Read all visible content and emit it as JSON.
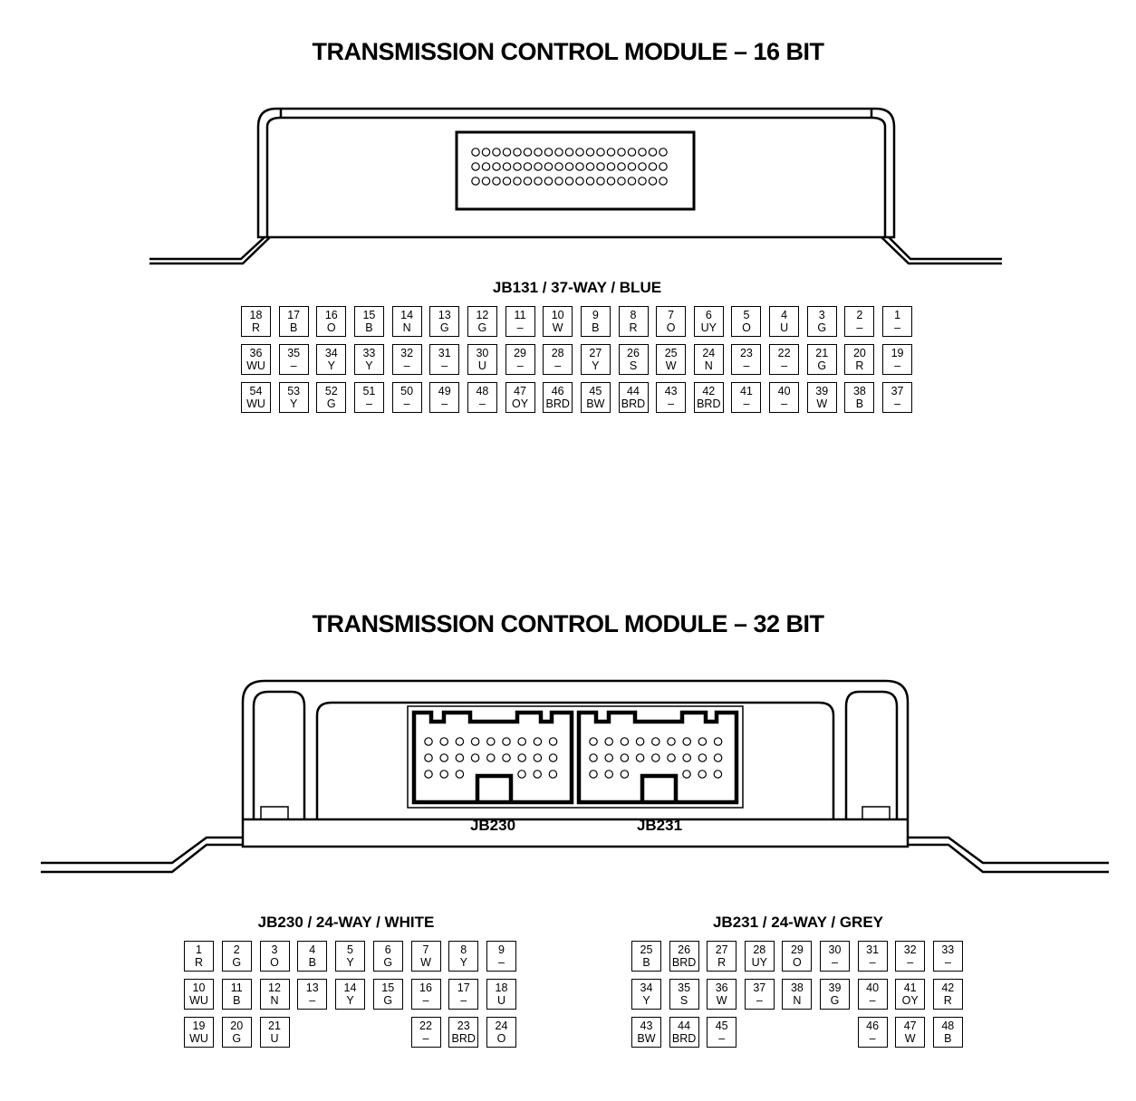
{
  "modules": [
    {
      "title": "TRANSMISSION CONTROL MODULE – 16 BIT",
      "connectors": [
        {
          "label": "JB131 / 37-WAY / BLUE",
          "rows": [
            [
              [
                "18",
                "R"
              ],
              [
                "17",
                "B"
              ],
              [
                "16",
                "O"
              ],
              [
                "15",
                "B"
              ],
              [
                "14",
                "N"
              ],
              [
                "13",
                "G"
              ],
              [
                "12",
                "G"
              ],
              [
                "11",
                "–"
              ],
              [
                "10",
                "W"
              ],
              [
                "9",
                "B"
              ],
              [
                "8",
                "R"
              ],
              [
                "7",
                "O"
              ],
              [
                "6",
                "UY"
              ],
              [
                "5",
                "O"
              ],
              [
                "4",
                "U"
              ],
              [
                "3",
                "G"
              ],
              [
                "2",
                "–"
              ],
              [
                "1",
                "–"
              ]
            ],
            [
              [
                "36",
                "WU"
              ],
              [
                "35",
                "–"
              ],
              [
                "34",
                "Y"
              ],
              [
                "33",
                "Y"
              ],
              [
                "32",
                "–"
              ],
              [
                "31",
                "–"
              ],
              [
                "30",
                "U"
              ],
              [
                "29",
                "–"
              ],
              [
                "28",
                "–"
              ],
              [
                "27",
                "Y"
              ],
              [
                "26",
                "S"
              ],
              [
                "25",
                "W"
              ],
              [
                "24",
                "N"
              ],
              [
                "23",
                "–"
              ],
              [
                "22",
                "–"
              ],
              [
                "21",
                "G"
              ],
              [
                "20",
                "R"
              ],
              [
                "19",
                "–"
              ]
            ],
            [
              [
                "54",
                "WU"
              ],
              [
                "53",
                "Y"
              ],
              [
                "52",
                "G"
              ],
              [
                "51",
                "–"
              ],
              [
                "50",
                "–"
              ],
              [
                "49",
                "–"
              ],
              [
                "48",
                "–"
              ],
              [
                "47",
                "OY"
              ],
              [
                "46",
                "BRD"
              ],
              [
                "45",
                "BW"
              ],
              [
                "44",
                "BRD"
              ],
              [
                "43",
                "–"
              ],
              [
                "42",
                "BRD"
              ],
              [
                "41",
                "–"
              ],
              [
                "40",
                "–"
              ],
              [
                "39",
                "W"
              ],
              [
                "38",
                "B"
              ],
              [
                "37",
                "–"
              ]
            ]
          ]
        }
      ]
    },
    {
      "title": "TRANSMISSION CONTROL MODULE – 32 BIT",
      "housing_labels": [
        "JB230",
        "JB231"
      ],
      "connectors": [
        {
          "label": "JB230 / 24-WAY / WHITE",
          "rows": [
            [
              [
                "1",
                "R"
              ],
              [
                "2",
                "G"
              ],
              [
                "3",
                "O"
              ],
              [
                "4",
                "B"
              ],
              [
                "5",
                "Y"
              ],
              [
                "6",
                "G"
              ],
              [
                "7",
                "W"
              ],
              [
                "8",
                "Y"
              ],
              [
                "9",
                "–"
              ]
            ],
            [
              [
                "10",
                "WU"
              ],
              [
                "11",
                "B"
              ],
              [
                "12",
                "N"
              ],
              [
                "13",
                "–"
              ],
              [
                "14",
                "Y"
              ],
              [
                "15",
                "G"
              ],
              [
                "16",
                "–"
              ],
              [
                "17",
                "–"
              ],
              [
                "18",
                "U"
              ]
            ],
            [
              [
                "19",
                "WU"
              ],
              [
                "20",
                "G"
              ],
              [
                "21",
                "U"
              ],
              null,
              null,
              null,
              [
                "22",
                "–"
              ],
              [
                "23",
                "BRD"
              ],
              [
                "24",
                "O"
              ]
            ]
          ]
        },
        {
          "label": "JB231 / 24-WAY / GREY",
          "rows": [
            [
              [
                "25",
                "B"
              ],
              [
                "26",
                "BRD"
              ],
              [
                "27",
                "R"
              ],
              [
                "28",
                "UY"
              ],
              [
                "29",
                "O"
              ],
              [
                "30",
                "–"
              ],
              [
                "31",
                "–"
              ],
              [
                "32",
                "–"
              ],
              [
                "33",
                "–"
              ]
            ],
            [
              [
                "34",
                "Y"
              ],
              [
                "35",
                "S"
              ],
              [
                "36",
                "W"
              ],
              [
                "37",
                "–"
              ],
              [
                "38",
                "N"
              ],
              [
                "39",
                "G"
              ],
              [
                "40",
                "–"
              ],
              [
                "41",
                "OY"
              ],
              [
                "42",
                "R"
              ]
            ],
            [
              [
                "43",
                "BW"
              ],
              [
                "44",
                "BRD"
              ],
              [
                "45",
                "–"
              ],
              null,
              null,
              null,
              [
                "46",
                "–"
              ],
              [
                "47",
                "W"
              ],
              [
                "48",
                "B"
              ]
            ]
          ]
        }
      ]
    }
  ]
}
